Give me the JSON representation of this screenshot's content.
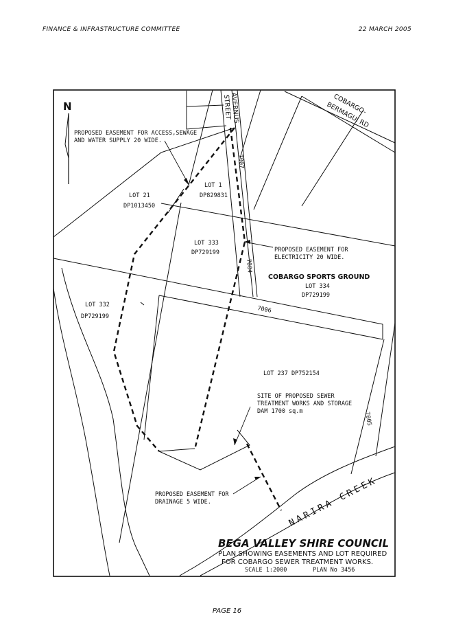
{
  "header": {
    "left": "FINANCE & INFRASTRUCTURE COMMITTEE",
    "right": "22 MARCH 2005"
  },
  "footer": {
    "page": "PAGE 16"
  },
  "map": {
    "north": "N",
    "roads": {
      "avernus_1": "AVERNUS",
      "avernus_2": "STREET",
      "cobargo_1": "COBARGO-",
      "cobargo_2": "BERMAGUI RD",
      "r7007": "7007",
      "r7004": "7004",
      "r7006": "7006",
      "r7005": "7005"
    },
    "lots": {
      "lot21": "LOT 21",
      "dp1013450": "DP1013450",
      "lot1": "LOT 1",
      "dp829831": "DP829831",
      "lot333": "LOT 333",
      "dp729199_a": "DP729199",
      "lot332": "LOT 332",
      "dp729199_b": "DP729199",
      "sports": "COBARGO SPORTS GROUND",
      "lot334": "LOT 334",
      "dp729199_c": "DP729199",
      "lot237": "LOT 237 DP752154"
    },
    "notes": {
      "access_1": "PROPOSED EASEMENT FOR ACCESS,SEWAGE",
      "access_2": "AND WATER SUPPLY 20 WIDE.",
      "elec_1": "PROPOSED EASEMENT FOR",
      "elec_2": "ELECTRICITY 20 WIDE.",
      "site_1": "SITE OF PROPOSED SEWER",
      "site_2": "TREATMENT WORKS AND STORAGE",
      "site_3": "DAM 1700 sq.m",
      "drain_1": "PROPOSED EASEMENT FOR",
      "drain_2": "DRAINAGE 5 WIDE."
    },
    "creek": "NARIRA CREEK",
    "title": {
      "council": "BEGA VALLEY SHIRE COUNCIL",
      "line1": "PLAN SHOWING EASEMENTS AND LOT REQUIRED",
      "line2": "FOR COBARGO SEWER TREATMENT WORKS.",
      "scale": "SCALE 1:2000",
      "plan": "PLAN No 3456"
    }
  }
}
